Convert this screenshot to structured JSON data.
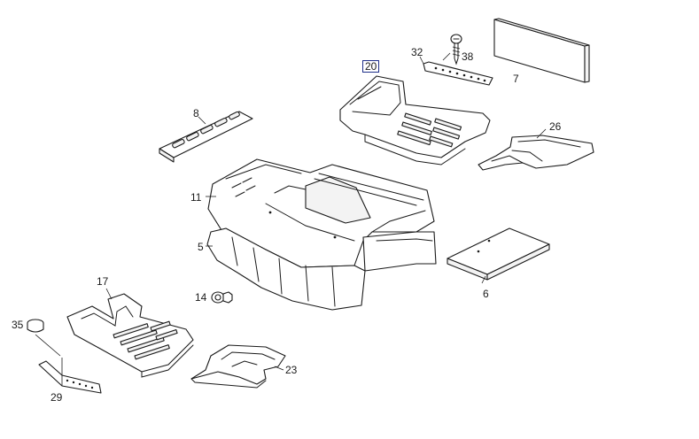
{
  "diagram": {
    "selected_part": "20",
    "labels": {
      "p5": "5",
      "p6": "6",
      "p7": "7",
      "p8": "8",
      "p11": "11",
      "p14": "14",
      "p17": "17",
      "p20": "20",
      "p23": "23",
      "p26": "26",
      "p29": "29",
      "p32": "32",
      "p35": "35",
      "p38": "38"
    },
    "colors": {
      "line": "#1a1a1a",
      "highlight_border": "#1f2f8a",
      "background": "#ffffff"
    }
  }
}
